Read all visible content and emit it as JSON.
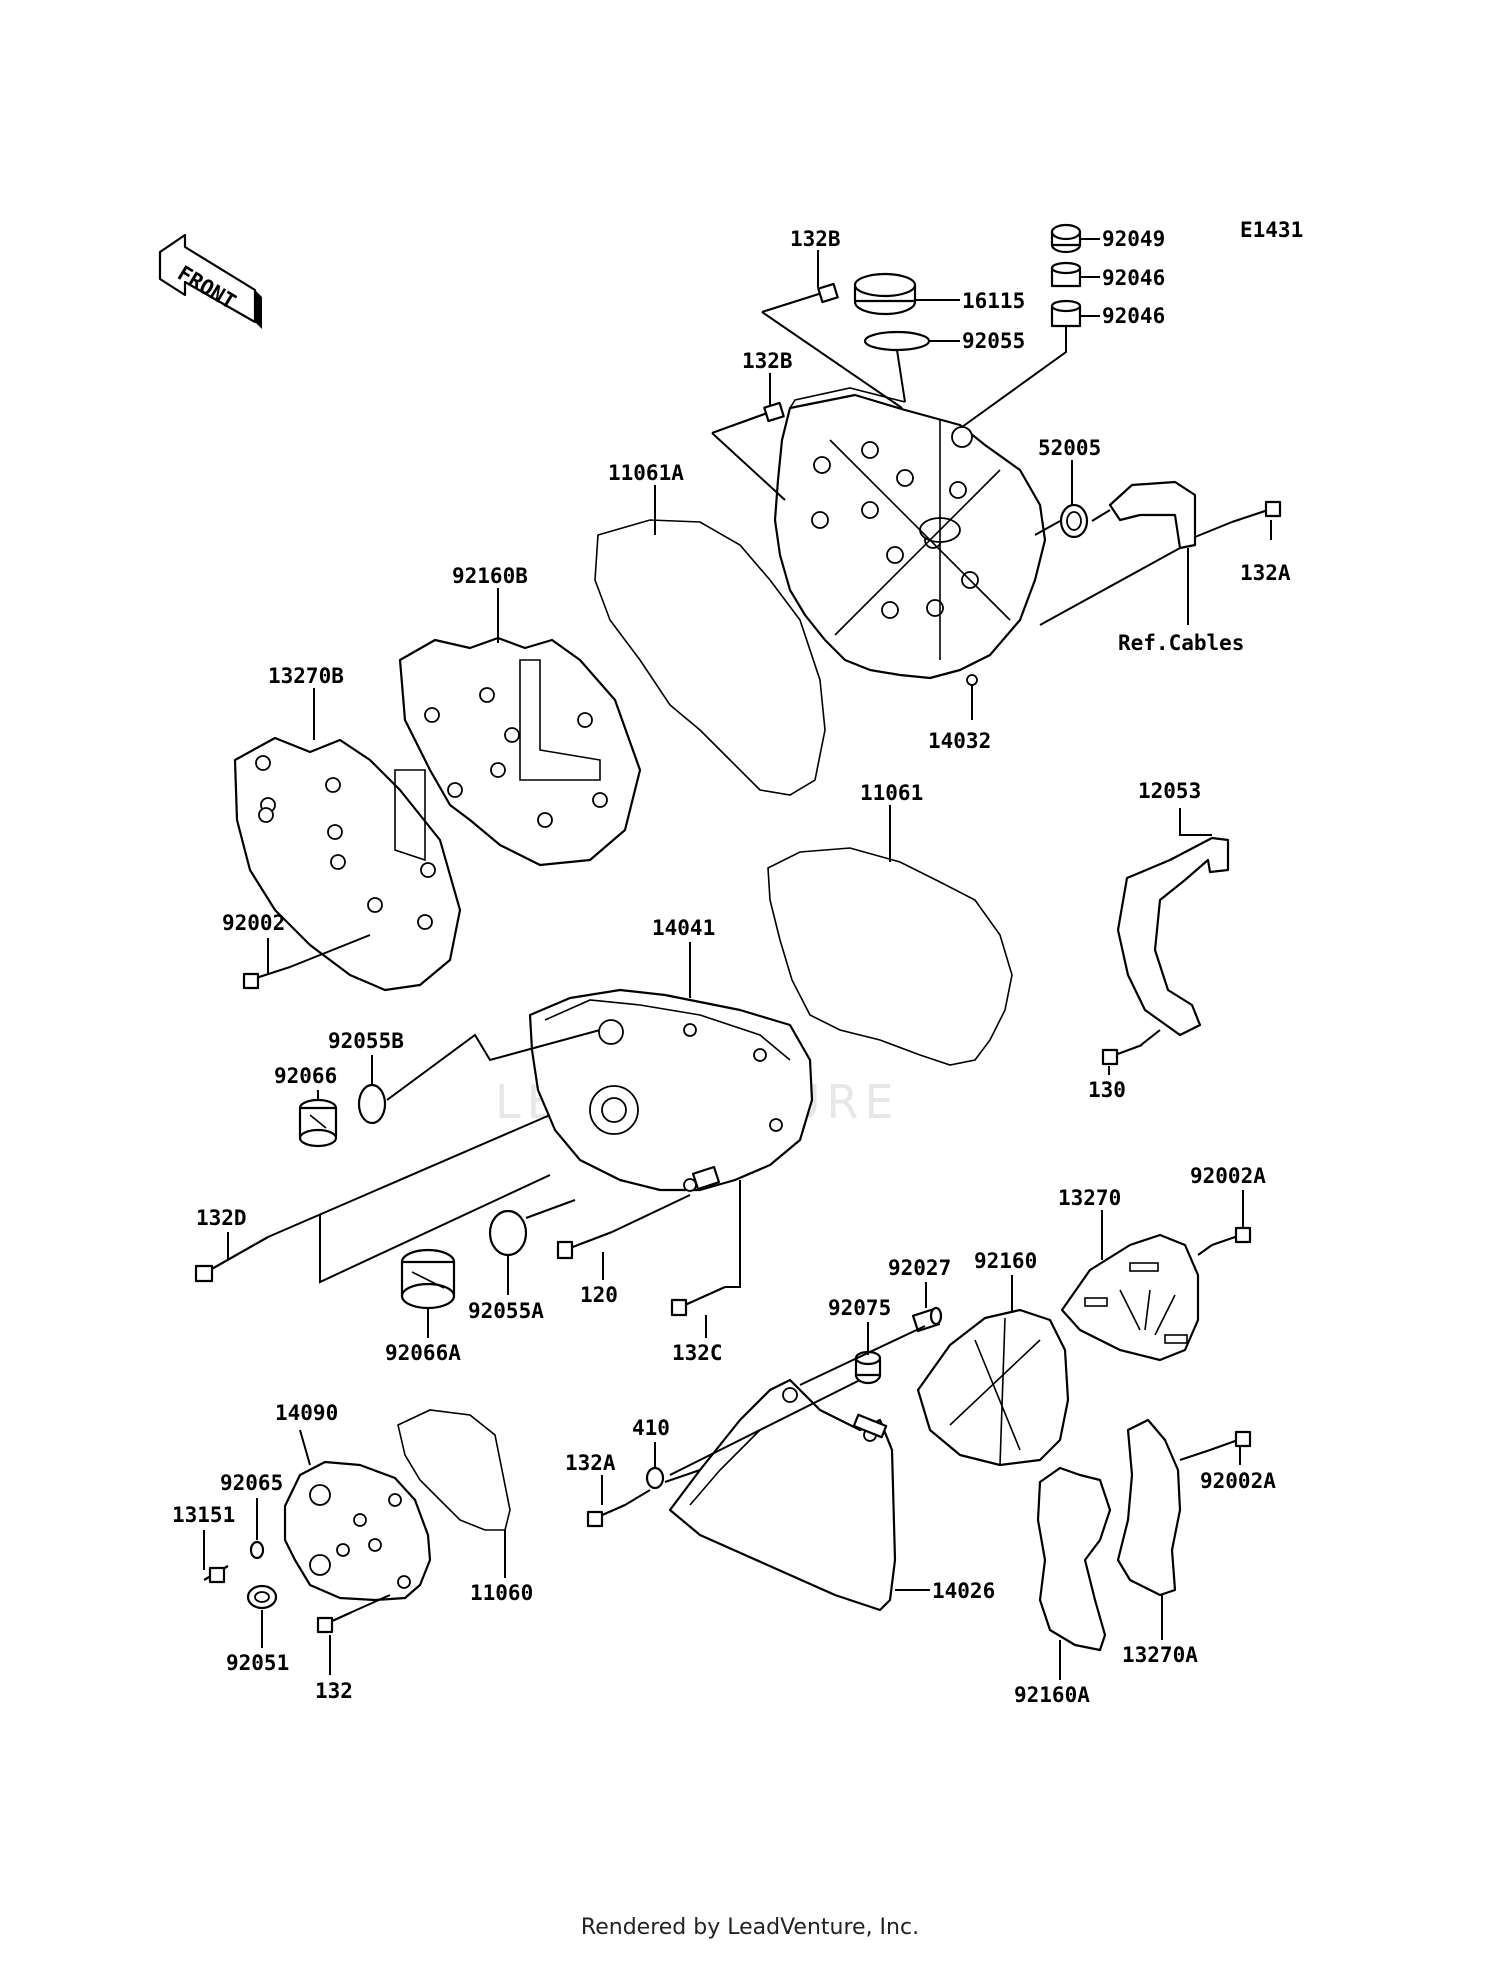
{
  "diagram_id": "E1431",
  "direction_label": "FRONT",
  "watermark": "LEADVENTURE",
  "footer": "Rendered by LeadVenture, Inc.",
  "reference_note": "Ref.Cables",
  "parts": {
    "p132B_top": "132B",
    "p132B_mid": "132B",
    "p16115": "16115",
    "p92055": "92055",
    "p92049": "92049",
    "p92046_a": "92046",
    "p92046_b": "92046",
    "p52005": "52005",
    "p132A_top": "132A",
    "p11061A": "11061A",
    "p92160B": "92160B",
    "p13270B": "13270B",
    "p14032": "14032",
    "p11061": "11061",
    "p12053": "12053",
    "p92002": "92002",
    "p14041": "14041",
    "p92055B": "92055B",
    "p92066": "92066",
    "p130": "130",
    "p132D": "132D",
    "p92002A_top": "92002A",
    "p13270": "13270",
    "p92160": "92160",
    "p92027": "92027",
    "p92075": "92075",
    "p120": "120",
    "p92055A": "92055A",
    "p132C": "132C",
    "p92066A": "92066A",
    "p14090": "14090",
    "p410": "410",
    "p132A_low": "132A",
    "p92065": "92065",
    "p13151": "13151",
    "p11060": "11060",
    "p92002A_low": "92002A",
    "p14026": "14026",
    "p13270A": "13270A",
    "p92051": "92051",
    "p132": "132",
    "p92160A": "92160A"
  }
}
